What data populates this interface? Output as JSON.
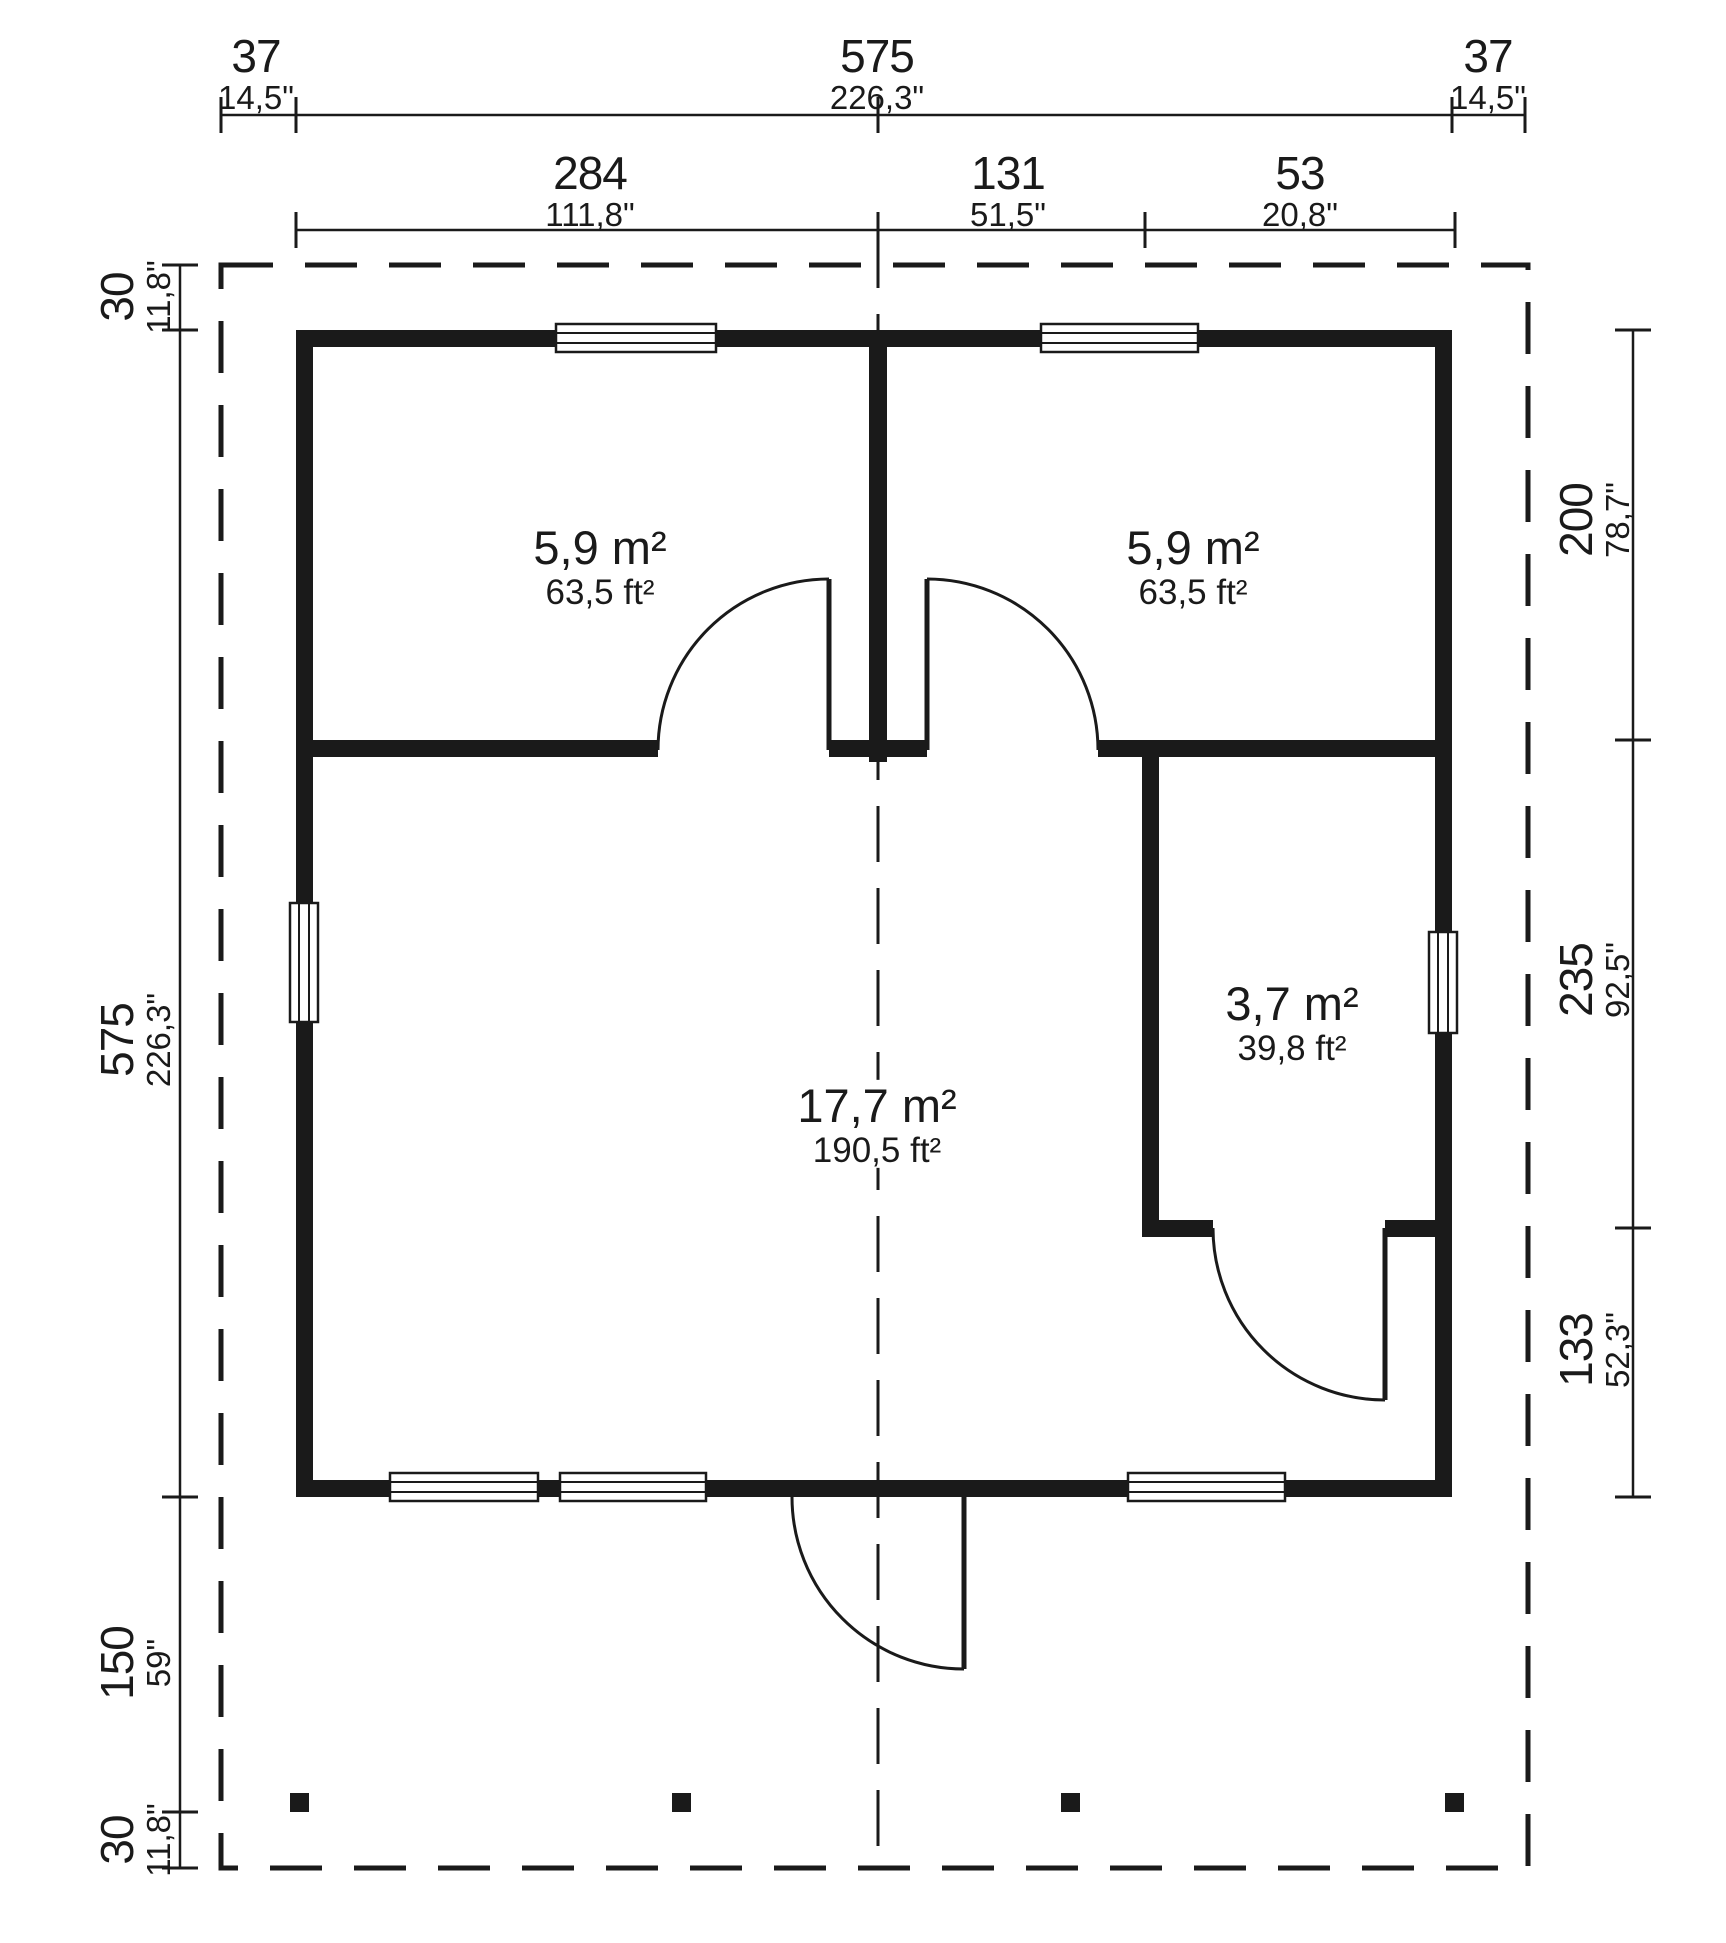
{
  "drawing": {
    "type": "floor-plan",
    "colors": {
      "ink": "#1a1a1a",
      "background": "#ffffff"
    }
  },
  "rooms": [
    {
      "id": "bedroom-left",
      "area_m2": "5,9 m²",
      "area_ft2": "63,5 ft²"
    },
    {
      "id": "bedroom-right",
      "area_m2": "5,9 m²",
      "area_ft2": "63,5 ft²"
    },
    {
      "id": "side-room",
      "area_m2": "3,7 m²",
      "area_ft2": "39,8 ft²"
    },
    {
      "id": "living-room",
      "area_m2": "17,7 m²",
      "area_ft2": "190,5 ft²"
    }
  ],
  "dims": {
    "top_overall": [
      {
        "cm": "37",
        "inch": "14,5\""
      },
      {
        "cm": "575",
        "inch": "226,3\""
      },
      {
        "cm": "37",
        "inch": "14,5\""
      }
    ],
    "top_inner": [
      {
        "cm": "284",
        "inch": "111,8\""
      },
      {
        "cm": "131",
        "inch": "51,5\""
      },
      {
        "cm": "53",
        "inch": "20,8\""
      }
    ],
    "left": [
      {
        "cm": "30",
        "inch": "11,8\""
      },
      {
        "cm": "575",
        "inch": "226,3\""
      },
      {
        "cm": "150",
        "inch": "59\""
      },
      {
        "cm": "30",
        "inch": "11,8\""
      }
    ],
    "right": [
      {
        "cm": "200",
        "inch": "78,7\""
      },
      {
        "cm": "235",
        "inch": "92,5\""
      },
      {
        "cm": "133",
        "inch": "52,3\""
      }
    ]
  }
}
